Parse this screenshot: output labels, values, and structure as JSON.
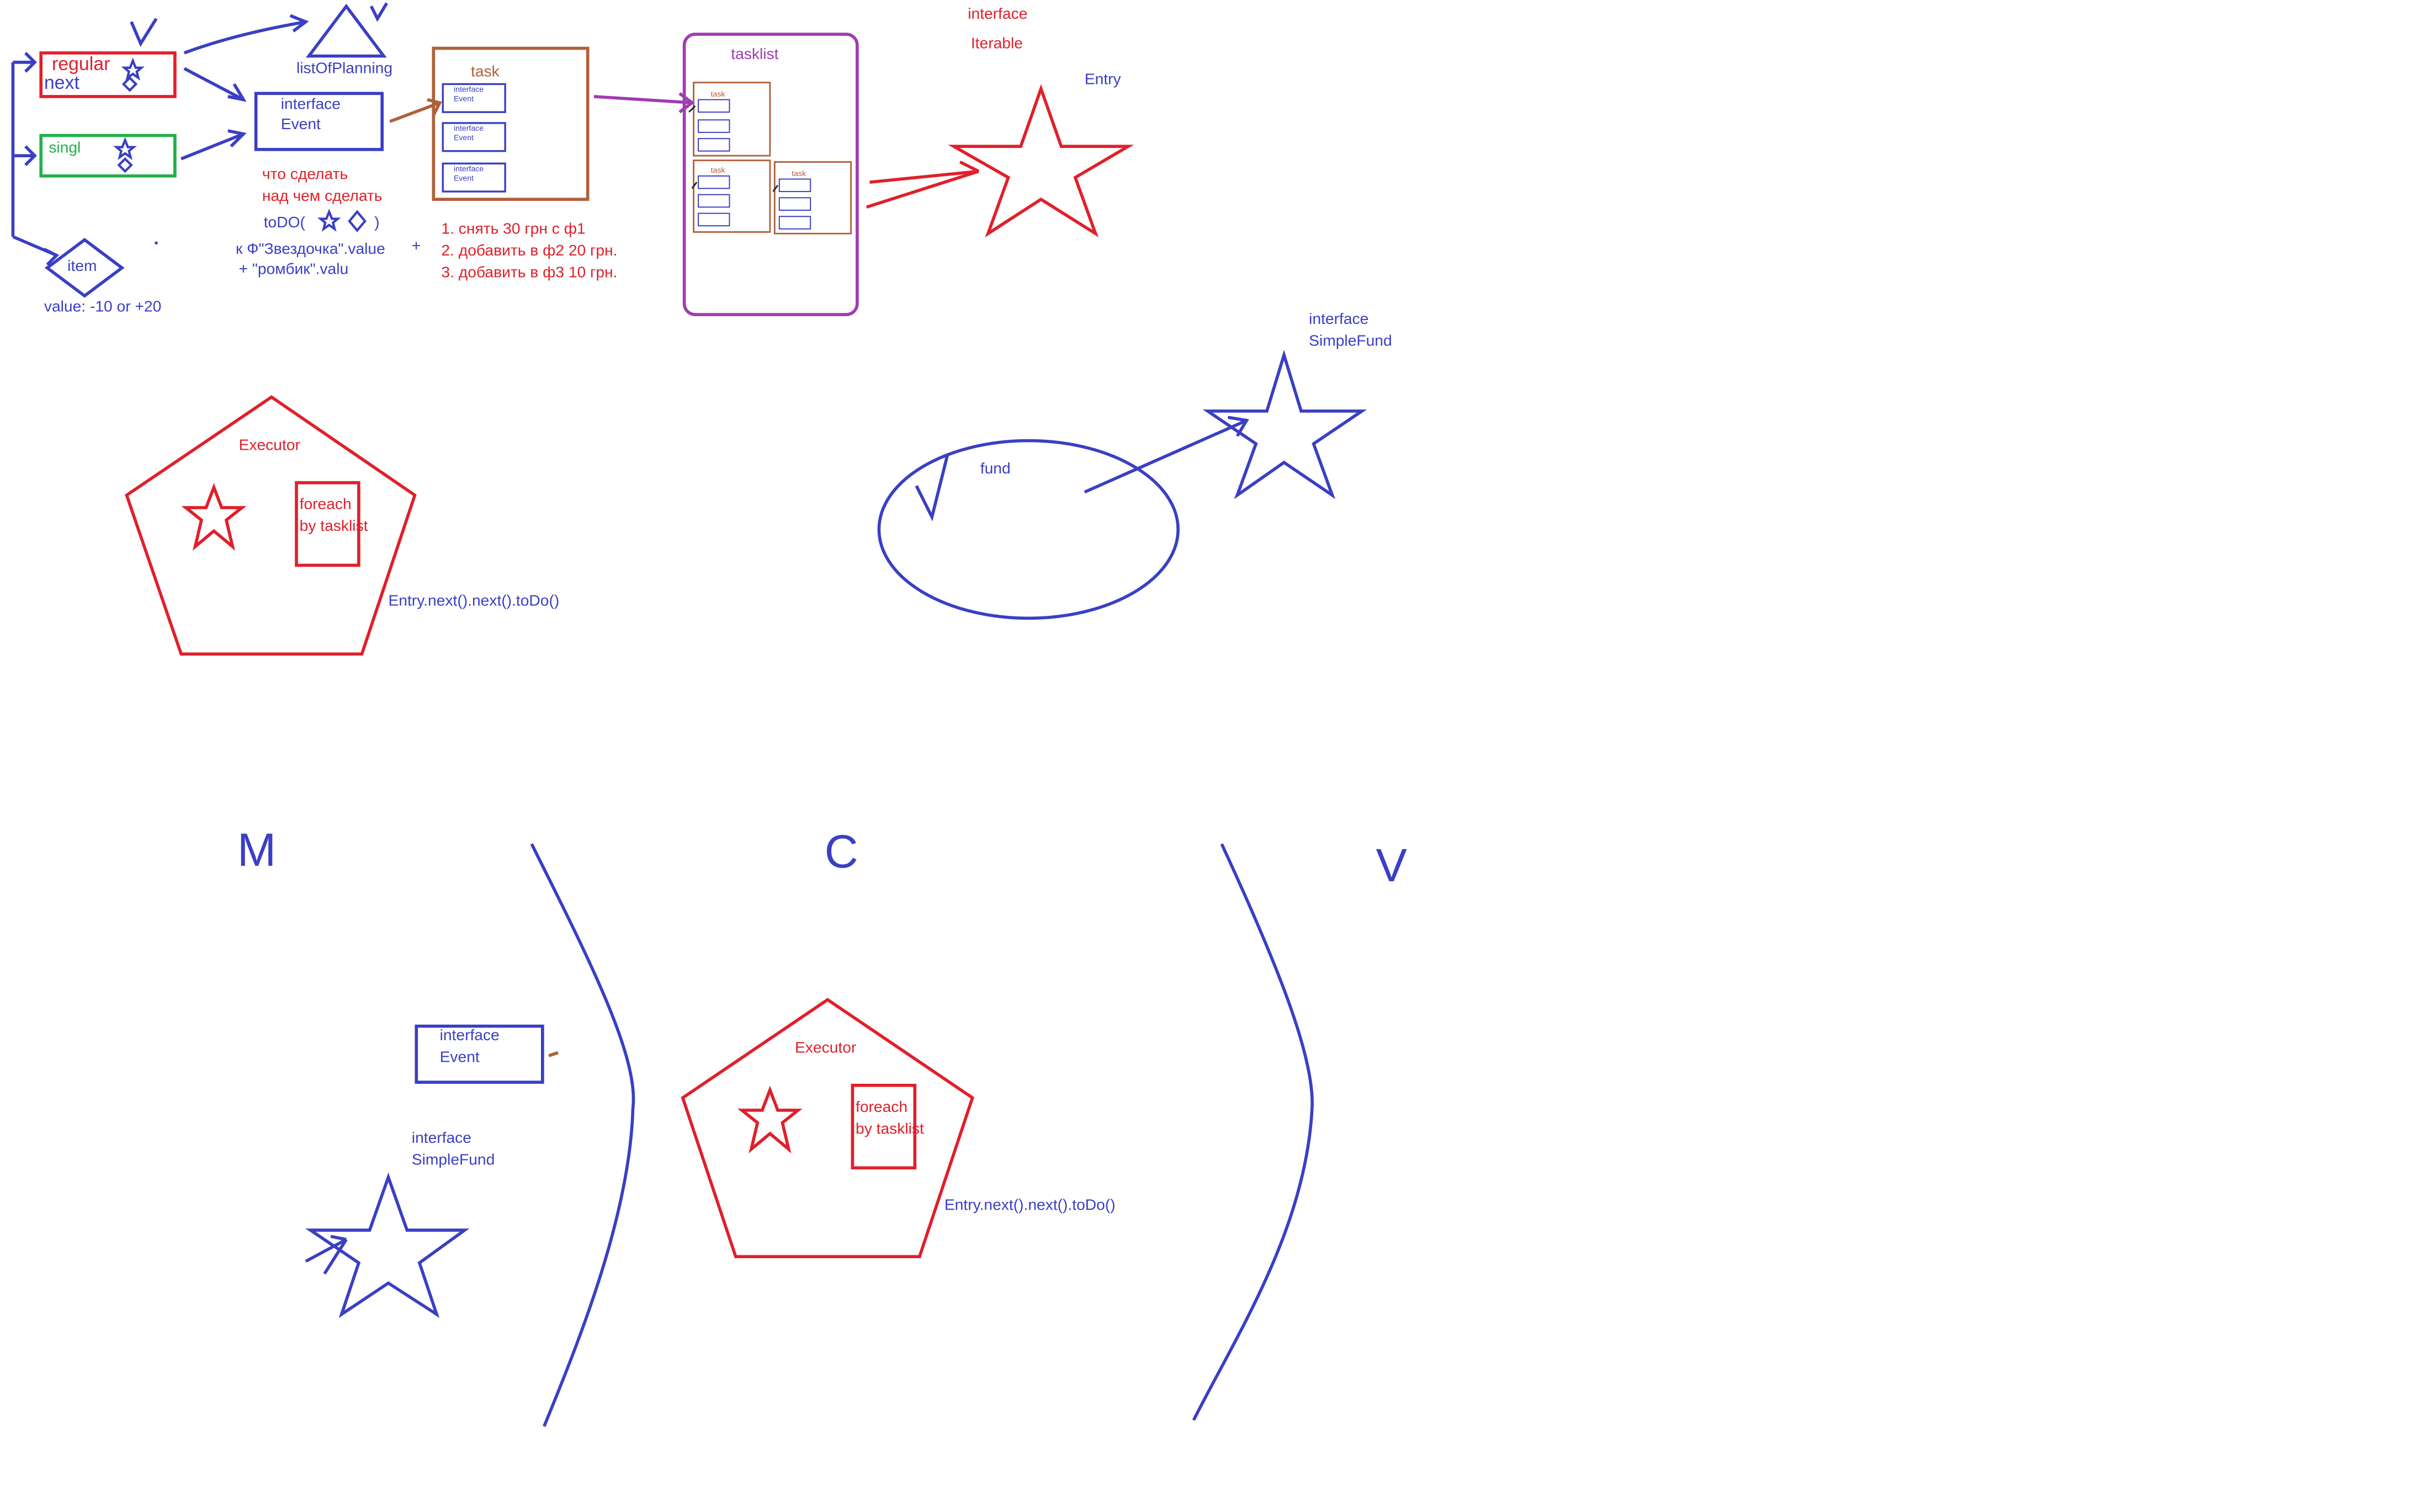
{
  "colors": {
    "blue": "#3a3fc4",
    "red": "#e0202a",
    "green": "#22b04a",
    "brown": "#b0603a",
    "purple": "#a03cb0"
  },
  "top": {
    "regular_label": "regular",
    "next_label": "next",
    "singl_label": "singl",
    "item_label": "item",
    "item_value": "value: -10 or +20",
    "listOfPlanning": "listOfPlanning",
    "event_interface": "interface",
    "event_name": "Event",
    "question_what": "что сделать",
    "question_on_what": "над чем сделать",
    "todo_prefix": "toDO(",
    "todo_suffix": ")",
    "formula_line1": "к Ф\"Звездочка\".value",
    "formula_plus": "+",
    "formula_line2": "+ \"ромбик\".valu",
    "task_label": "task",
    "task_item_line1": "interface",
    "task_item_line2": "Event",
    "step1": "1. снять 30 грн с ф1",
    "step2": "2. добавить в ф2 20 грн.",
    "step3": "3. добавить в ф3 10 грн.",
    "tasklist_label": "tasklist",
    "mini_task_label": "task",
    "iterable_interface": "interface",
    "iterable_name": "Iterable",
    "entry_label": "Entry"
  },
  "middle": {
    "executor_label": "Executor",
    "foreach_line1": "foreach",
    "foreach_line2": "by tasklist",
    "entry_chain": "Entry.next().next().toDo()",
    "fund_label": "fund",
    "simplefund_interface": "interface",
    "simplefund_name": "SimpleFund"
  },
  "mvc": {
    "m": "M",
    "c": "C",
    "v": "V",
    "event_interface": "interface",
    "event_name": "Event",
    "simplefund_interface": "interface",
    "simplefund_name": "SimpleFund",
    "executor_label": "Executor",
    "foreach_line1": "foreach",
    "foreach_line2": "by tasklist",
    "entry_chain": "Entry.next().next().toDo()"
  }
}
